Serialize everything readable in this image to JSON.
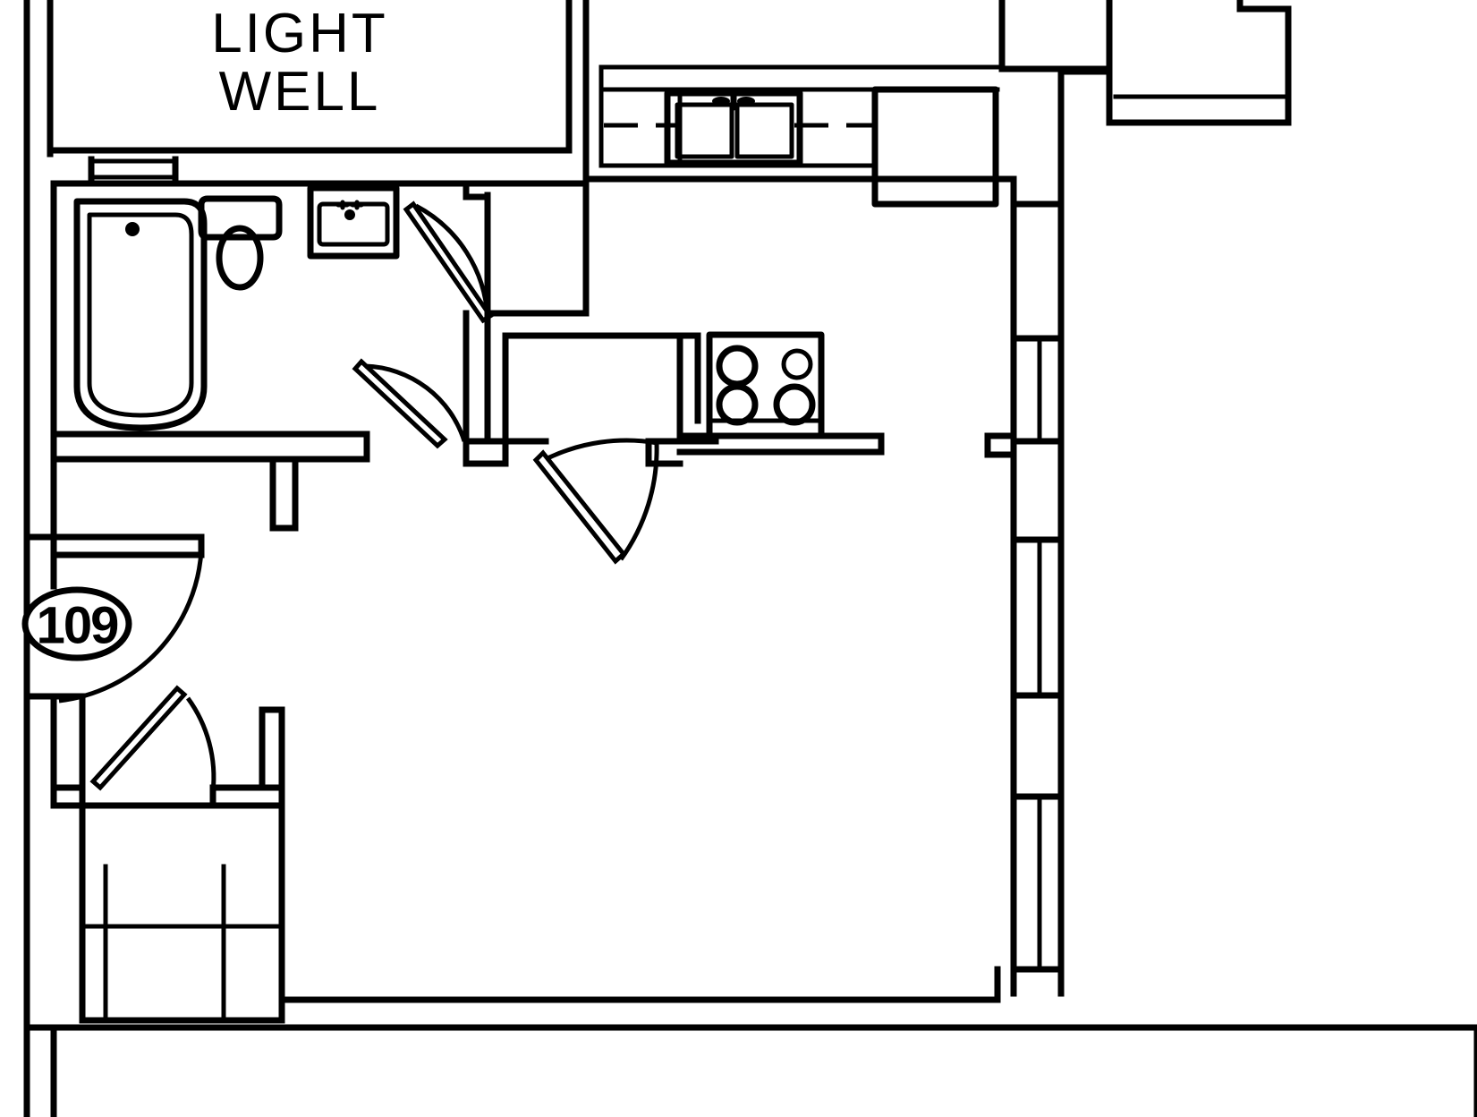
{
  "drawing": {
    "type": "architectural-floor-plan",
    "title": "Apartment Unit Floor Plan",
    "background_color": "#ffffff",
    "line_color": "#000000"
  },
  "labels": {
    "light_well_line1": "LIGHT",
    "light_well_line2": "WELL",
    "room_tag": "109"
  },
  "rooms": [
    {
      "name": "light-well",
      "label": "LIGHT WELL"
    },
    {
      "name": "bathroom",
      "label": ""
    },
    {
      "name": "kitchen",
      "label": ""
    },
    {
      "name": "living-room",
      "label": ""
    },
    {
      "name": "closet",
      "label": ""
    },
    {
      "name": "pantry-closet",
      "label": ""
    }
  ],
  "fixtures": [
    {
      "name": "bathtub",
      "type": "tub"
    },
    {
      "name": "toilet",
      "type": "wc"
    },
    {
      "name": "bathroom-sink",
      "type": "lavatory"
    },
    {
      "name": "kitchen-sink",
      "type": "double-basin-sink"
    },
    {
      "name": "range",
      "type": "cooktop-4-burner"
    },
    {
      "name": "refrigerator",
      "type": "appliance"
    },
    {
      "name": "closet-shelf-rod",
      "type": "shelf-and-rod"
    }
  ],
  "doors": [
    {
      "name": "bathroom-door",
      "swing": "arc"
    },
    {
      "name": "closet-door-left",
      "swing": "arc"
    },
    {
      "name": "closet-door-right",
      "swing": "arc"
    },
    {
      "name": "entry-door",
      "swing": "arc"
    },
    {
      "name": "bedroom-closet-door",
      "swing": "arc"
    }
  ],
  "windows": [
    {
      "name": "window-north"
    },
    {
      "name": "window-east-1"
    },
    {
      "name": "window-east-2"
    },
    {
      "name": "window-east-3"
    }
  ]
}
